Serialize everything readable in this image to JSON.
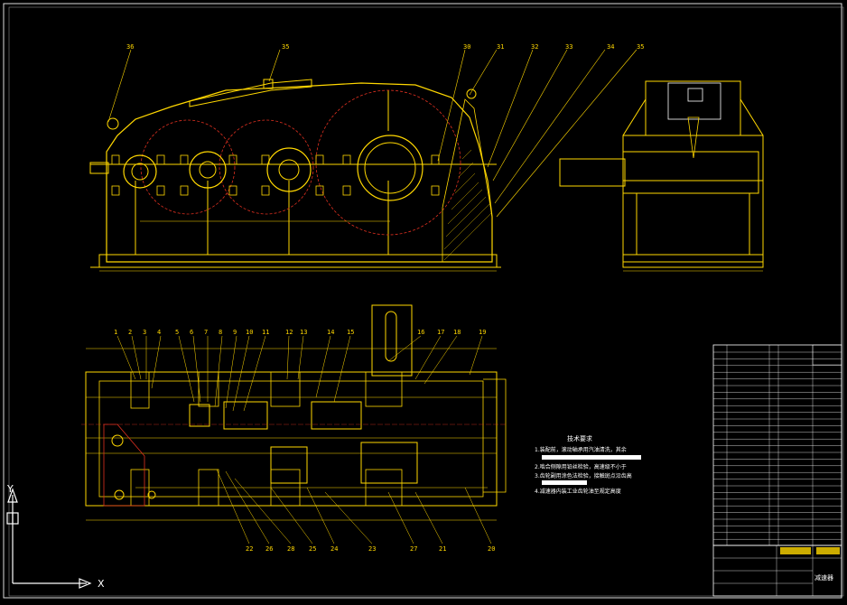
{
  "drawing": {
    "background": "#000000",
    "colors": {
      "yellow": "#ffd700",
      "red": "#e03020",
      "white": "#ffffff",
      "frame": "#dddddd"
    },
    "top_callouts": [
      "36",
      "35",
      "30",
      "31",
      "32",
      "33",
      "34",
      "35"
    ],
    "plan_callouts_top": [
      "1",
      "2",
      "3",
      "4",
      "5",
      "6",
      "7",
      "8",
      "9",
      "10",
      "11",
      "12",
      "13",
      "14",
      "15",
      "16",
      "17",
      "18",
      "19"
    ],
    "plan_callouts_bottom": [
      "22",
      "26",
      "28",
      "25",
      "24",
      "23",
      "27",
      "21",
      "20"
    ],
    "notes": {
      "title": "技术要求",
      "lines": [
        "1.装配前，滚动轴承用汽油清洗，其余",
        "2.啮合侧隙用铅丝检验，高速级不小于",
        "3.齿轮副用涂色法检验，接触斑点沿齿高",
        "4.减速器内装工业齿轮油至规定高度"
      ]
    },
    "title_block": {
      "name": "减速器"
    },
    "ucs": {
      "x_label": "X",
      "y_label": "Y"
    }
  }
}
